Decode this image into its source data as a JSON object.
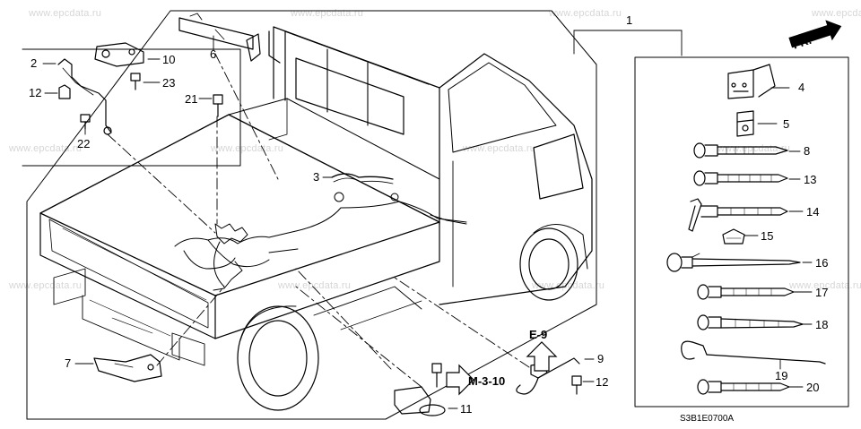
{
  "watermark": "www.epcdata.ru",
  "diagram_code": "S3B1E0700A",
  "front_indicator": "FR.",
  "refs": {
    "m310": "M-3-10",
    "e9": "E-9"
  },
  "callouts": {
    "p1": "1",
    "p2": "2",
    "p3": "3",
    "p4": "4",
    "p5": "5",
    "p6": "6",
    "p7": "7",
    "p8": "8",
    "p9": "9",
    "p10": "10",
    "p11": "11",
    "p12a": "12",
    "p12b": "12",
    "p13": "13",
    "p14": "14",
    "p15": "15",
    "p16": "16",
    "p17": "17",
    "p18": "18",
    "p19": "19",
    "p20": "20",
    "p21": "21",
    "p22": "22",
    "p23": "23"
  }
}
